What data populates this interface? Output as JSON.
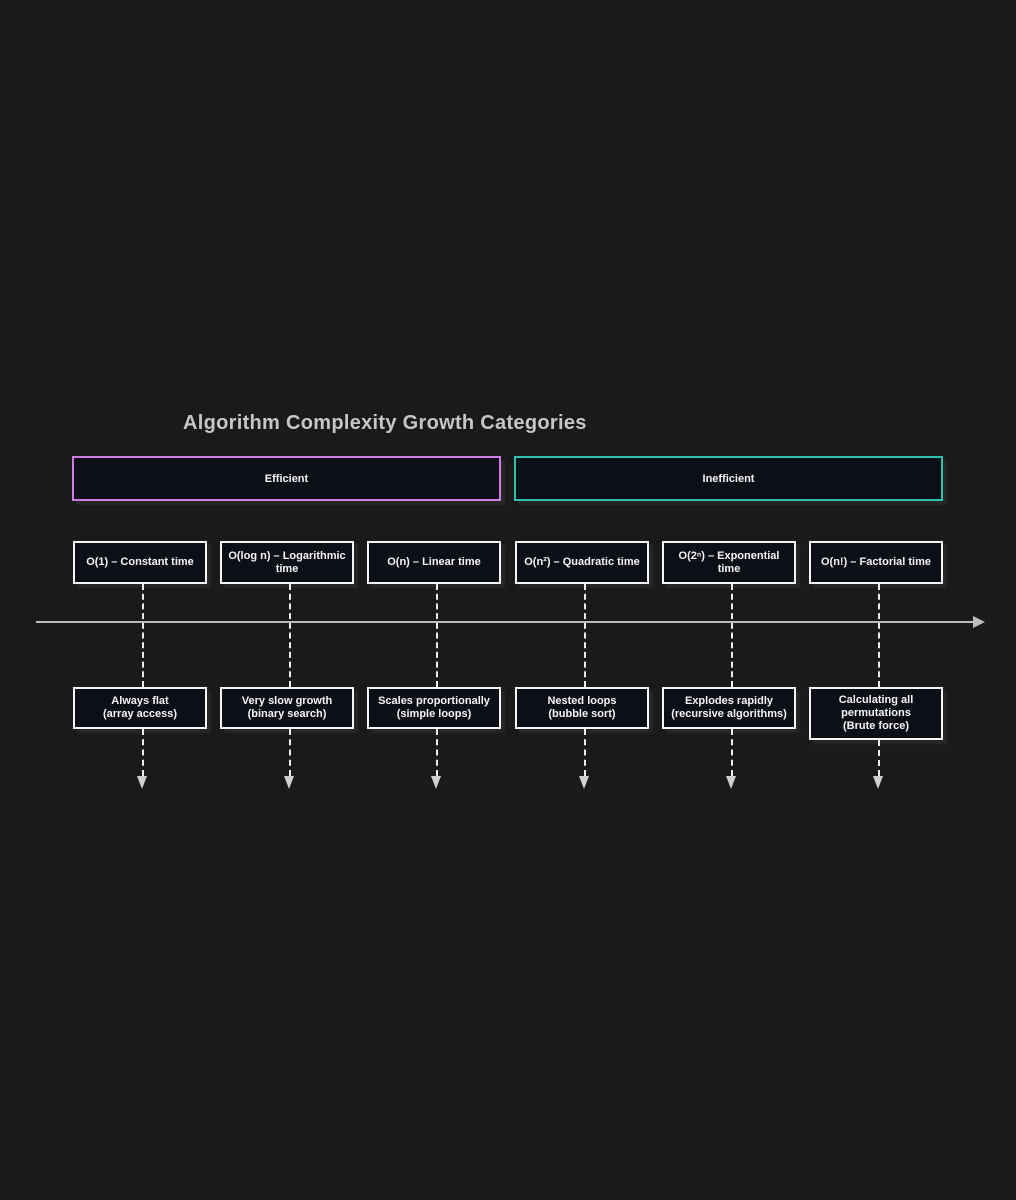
{
  "title": "Algorithm Complexity Growth Categories",
  "groups": [
    {
      "id": "efficient",
      "label": "Efficient"
    },
    {
      "id": "inefficient",
      "label": "Inefficient"
    }
  ],
  "categories": [
    {
      "label": "O(1) – Constant time",
      "description": "Always flat\n(array access)",
      "group": "efficient"
    },
    {
      "label": "O(log n) – Logarithmic\ntime",
      "description": "Very slow growth\n(binary search)",
      "group": "efficient"
    },
    {
      "label": "O(n) – Linear time",
      "description": "Scales proportionally\n(simple loops)",
      "group": "efficient"
    },
    {
      "label": "O(n²) – Quadratic time",
      "description": "Nested loops\n(bubble sort)",
      "group": "inefficient"
    },
    {
      "label": "O(2ⁿ) – Exponential\ntime",
      "description": "Explodes rapidly\n(recursive algorithms)",
      "group": "inefficient"
    },
    {
      "label": "O(n!) – Factorial time",
      "description": "Calculating all\npermutations\n(Brute force)",
      "group": "inefficient"
    }
  ],
  "colors": {
    "efficient_border": "#ce7de6",
    "inefficient_border": "#2bc3ad",
    "box_fill": "#0d0f17",
    "background": "#1a1a1a",
    "axis": "#bdbdbd",
    "dashed_line": "#ececec",
    "title_text": "#c6c6c6",
    "box_text": "#f5f5f5"
  }
}
